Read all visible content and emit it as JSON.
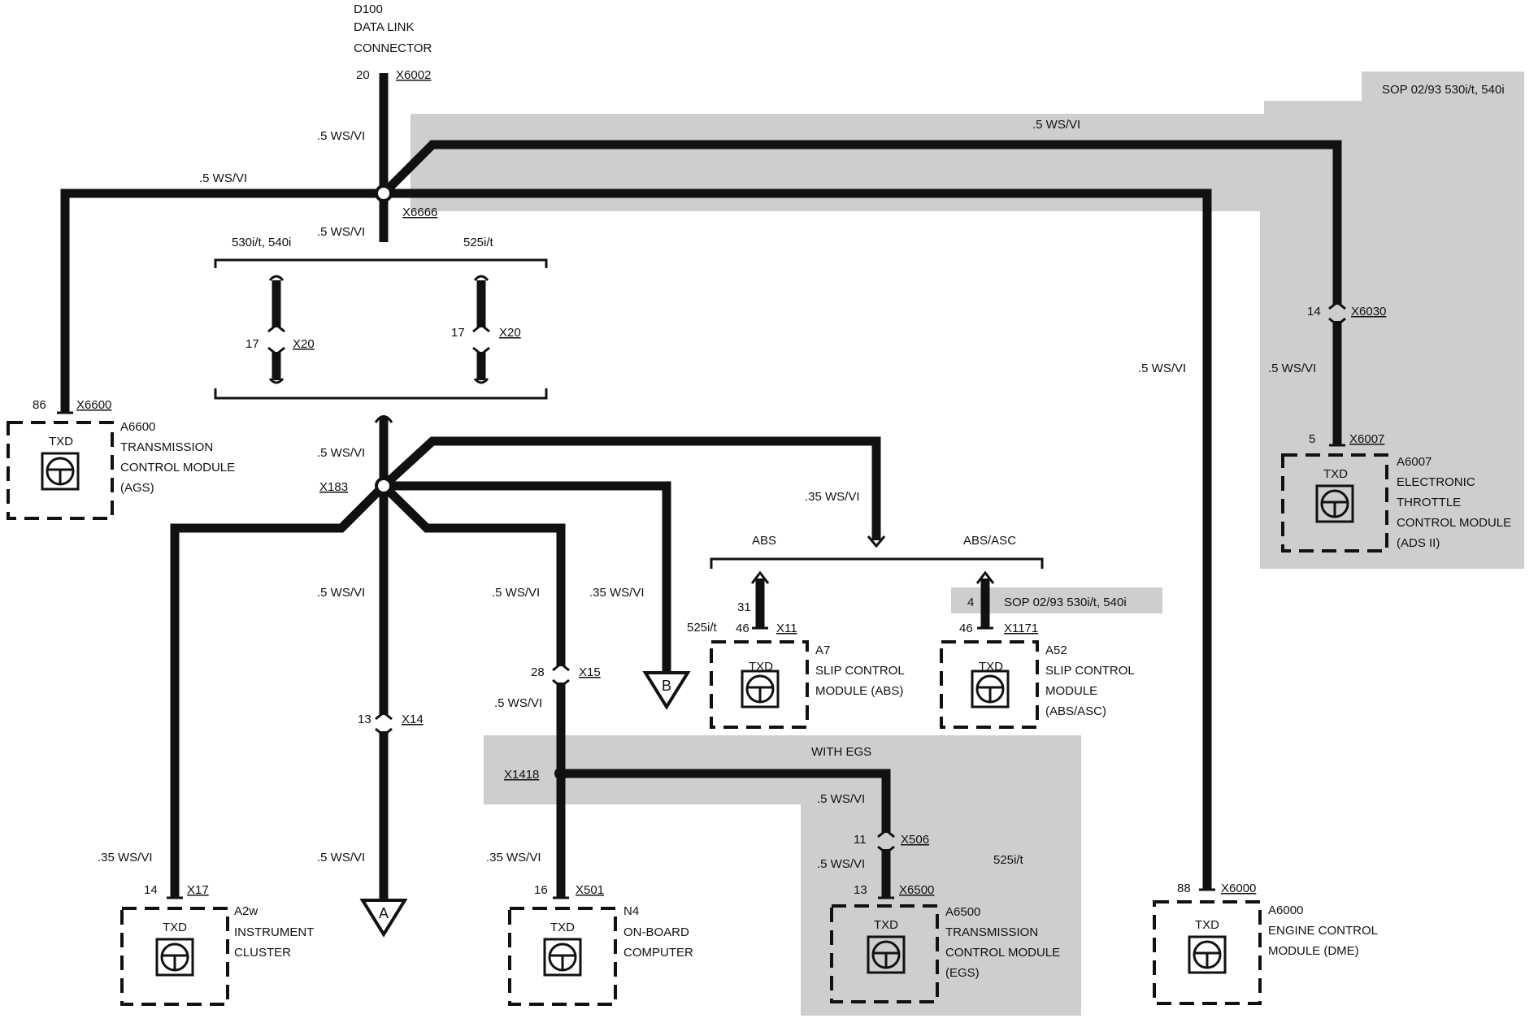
{
  "connector_d100": {
    "id": "D100",
    "line1": "DATA LINK",
    "line2": "CONNECTOR",
    "pin": "20",
    "conn": "X6002"
  },
  "wires": {
    "w_top_left": ".5 WS/VI",
    "w_top_vert": ".5 WS/VI",
    "w_top_right": ".5 WS/VI",
    "w_mid_vert": ".5 WS/VI",
    "w_dme": ".5 WS/VI",
    "w_ads": ".5 WS/VI",
    "w_x183_up": ".5 WS/VI",
    "w_abs": ".35 WS/VI",
    "w_a_vert": ".5 WS/VI",
    "w_x15_vert": ".5 WS/VI",
    "w_b_vert": ".35 WS/VI",
    "w_x15_below": ".5 WS/VI",
    "w_a_low": ".5 WS/VI",
    "w_cluster": ".35 WS/VI",
    "w_obc": ".35 WS/VI",
    "w_egs": ".5 WS/VI",
    "w_egs2": ".5 WS/VI"
  },
  "splices": {
    "x6666": "X6666",
    "x183": "X183",
    "x1418": "X1418"
  },
  "variants": {
    "v530": "530i/t, 540i",
    "v525": "525i/t",
    "abs": "ABS",
    "absasc": "ABS/ASC",
    "v525_left": "525i/t",
    "v525_egs": "525i/t"
  },
  "connectors": {
    "x20_left_pin": "17",
    "x20_left": "X20",
    "x20_right_pin": "17",
    "x20_right": "X20",
    "x14_pin": "13",
    "x14": "X14",
    "x15_pin": "28",
    "x15": "X15",
    "x6030_pin": "14",
    "x6030": "X6030",
    "x506_pin": "11",
    "x506": "X506",
    "abs_pin31": "31",
    "asc_pin4": "4"
  },
  "shaded_notes": {
    "sop_top": "SOP 02/93 530i/t, 540i",
    "sop_mid": "SOP 02/93 530i/t, 540i",
    "with_egs": "WITH EGS"
  },
  "modules": {
    "a6600": {
      "pin": "86",
      "conn": "X6600",
      "txd": "TXD",
      "id": "A6600",
      "l1": "TRANSMISSION",
      "l2": "CONTROL MODULE",
      "l3": "(AGS)"
    },
    "a6007": {
      "pin": "5",
      "conn": "X6007",
      "txd": "TXD",
      "id": "A6007",
      "l1": "ELECTRONIC",
      "l2": "THROTTLE",
      "l3": "CONTROL MODULE",
      "l4": "(ADS II)"
    },
    "a7": {
      "pin": "46",
      "conn": "X11",
      "txd": "TXD",
      "id": "A7",
      "l1": "SLIP CONTROL",
      "l2": "MODULE (ABS)"
    },
    "a52": {
      "pin": "46",
      "conn": "X1171",
      "txd": "TXD",
      "id": "A52",
      "l1": "SLIP CONTROL",
      "l2": "MODULE",
      "l3": "(ABS/ASC)"
    },
    "a2w": {
      "pin": "14",
      "conn": "X17",
      "txd": "TXD",
      "id": "A2w",
      "l1": "INSTRUMENT",
      "l2": "CLUSTER"
    },
    "n4": {
      "pin": "16",
      "conn": "X501",
      "txd": "TXD",
      "id": "N4",
      "l1": "ON-BOARD",
      "l2": "COMPUTER"
    },
    "a6500": {
      "pin": "13",
      "conn": "X6500",
      "txd": "TXD",
      "id": "A6500",
      "l1": "TRANSMISSION",
      "l2": "CONTROL MODULE",
      "l3": "(EGS)"
    },
    "a6000": {
      "pin": "88",
      "conn": "X6000",
      "txd": "TXD",
      "id": "A6000",
      "l1": "ENGINE CONTROL",
      "l2": "MODULE (DME)"
    }
  },
  "offpage": {
    "a": "A",
    "b": "B"
  }
}
